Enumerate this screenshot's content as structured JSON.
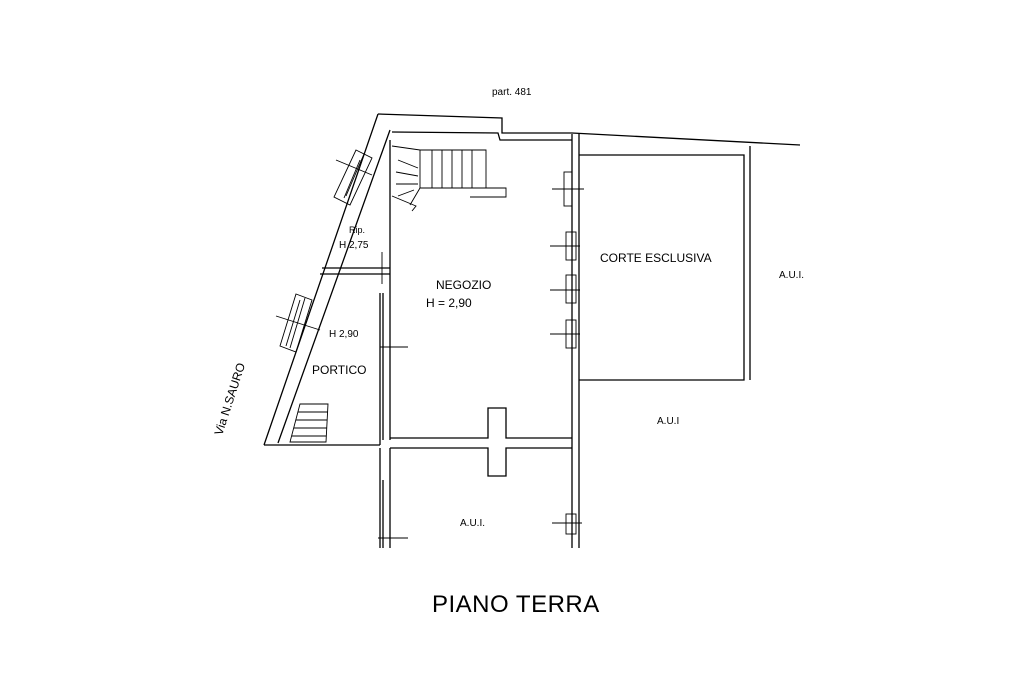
{
  "labels": {
    "parcel": "part. 481",
    "courtyard": "CORTE ESCLUSIVA",
    "aui_right": "A.U.I.",
    "aui_middle": "A.U.I",
    "aui_bottom": "A.U.I.",
    "shop_name": "NEGOZIO",
    "shop_height": "H = 2,90",
    "storage_name": "Rip.",
    "storage_height": "H 2,75",
    "portico_height": "H 2,90",
    "portico_name": "PORTICO",
    "street": "Via N.SAURO",
    "floor_title": "PIANO TERRA"
  },
  "colors": {
    "line": "#000000",
    "background": "#ffffff"
  }
}
